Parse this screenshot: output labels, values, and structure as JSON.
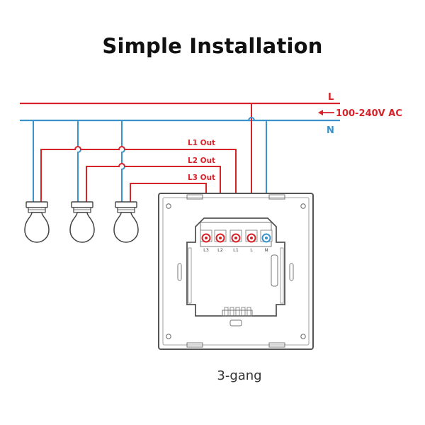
{
  "title": "Simple Installation",
  "caption": "3-gang",
  "supply": {
    "live_label": "L",
    "neutral_label": "N",
    "voltage_label": "100-240V AC"
  },
  "outputs": [
    "L1 Out",
    "L2 Out",
    "L3 Out"
  ],
  "terminals": [
    "L3",
    "L2",
    "L1",
    "L",
    "N"
  ],
  "colors": {
    "live": "#d8232a",
    "neutral": "#3a93c9",
    "outline": "#555555"
  },
  "icons": [
    "bulb-icon",
    "arrow-left-icon"
  ]
}
